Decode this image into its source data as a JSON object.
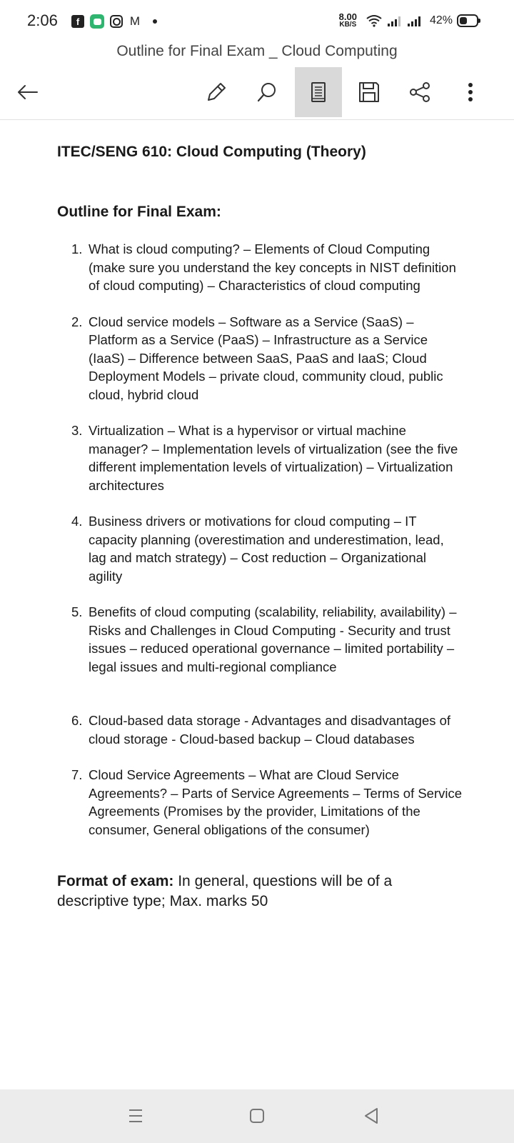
{
  "status_bar": {
    "time": "2:06",
    "net_speed_value": "8.00",
    "net_speed_unit": "KB/S",
    "battery_percent": "42%",
    "notification_icons": [
      "facebook-icon",
      "chat-app-icon",
      "instagram-icon",
      "gmail-icon",
      "more-notifications-dot"
    ]
  },
  "header": {
    "title": "Outline for Final Exam _ Cloud Computing",
    "actions": [
      "back",
      "edit",
      "search",
      "reading-mode",
      "save",
      "share",
      "more-options"
    ],
    "active_action": "reading-mode"
  },
  "document": {
    "course_title": "ITEC/SENG 610: Cloud Computing (Theory)",
    "outline_heading": "Outline for Final Exam:",
    "items": [
      {
        "number": "1.",
        "text": "What is cloud computing? – Elements of Cloud Computing (make sure you understand the key concepts in NIST definition of cloud computing) – Characteristics of cloud computing"
      },
      {
        "number": "2.",
        "text": "Cloud service models – Software as a Service (SaaS) – Platform as a Service (PaaS) – Infrastructure as a Service (IaaS) – Difference between SaaS, PaaS and IaaS; Cloud Deployment Models – private cloud, community cloud, public cloud, hybrid cloud"
      },
      {
        "number": "3.",
        "text": "Virtualization – What is a hypervisor or virtual machine manager? – Implementation levels of virtualization (see the five different implementation levels of virtualization) – Virtualization architectures"
      },
      {
        "number": "4.",
        "text": "Business drivers or motivations for cloud computing – IT capacity planning (overestimation and underestimation, lead, lag and match strategy) – Cost reduction – Organizational agility"
      },
      {
        "number": "5.",
        "text": "Benefits of cloud computing (scalability, reliability, availability) – Risks and Challenges in Cloud Computing - Security and trust issues – reduced operational governance – limited portability – legal issues and multi-regional compliance"
      },
      {
        "number": "6.",
        "text": "Cloud-based data storage - Advantages and disadvantages of cloud storage - Cloud-based backup – Cloud databases"
      },
      {
        "number": "7.",
        "text": "Cloud Service Agreements – What are Cloud Service Agreements? – Parts of Service Agreements – Terms of Service Agreements (Promises by the provider, Limitations of the consumer, General obligations of the consumer)"
      }
    ],
    "format_label": "Format of exam:",
    "format_text": "In general, questions will be of a descriptive type; Max. marks 50"
  },
  "nav_bar": {
    "buttons": [
      "recent-apps",
      "home",
      "back"
    ]
  },
  "colors": {
    "active_tool_bg": "#d9d9d9",
    "nav_bar_bg": "#ececec",
    "chat_app_green": "#2fb56f",
    "text": "#1a1a1a"
  }
}
